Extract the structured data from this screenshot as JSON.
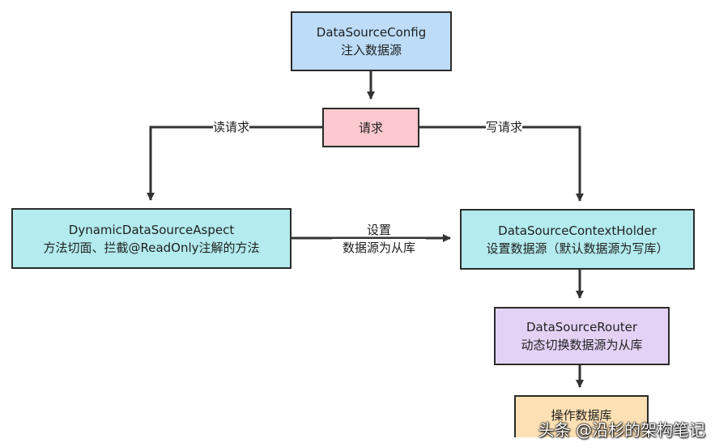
{
  "nodes": {
    "config": {
      "line1": "DataSourceConfig",
      "line2": "注入数据源",
      "color": "#bcdcf8"
    },
    "request": {
      "line1": "请求",
      "color": "#fbc9cf"
    },
    "aspect": {
      "line1": "DynamicDataSourceAspect",
      "line2": "方法切面、拦截@ReadOnly注解的方法",
      "color": "#b3ebee"
    },
    "holder": {
      "line1": "DataSourceContextHolder",
      "line2": "设置数据源（默认数据源为写库）",
      "color": "#b3ebee"
    },
    "router": {
      "line1": "DataSourceRouter",
      "line2": "动态切换数据源为从库",
      "color": "#e4d2f6"
    },
    "db": {
      "line1": "操作数据库",
      "color": "#fde0b3"
    }
  },
  "edges": {
    "read_label": "读请求",
    "write_label": "写请求",
    "set_label_line1": "设置",
    "set_label_line2": "数据源为从库"
  },
  "watermark": "头条 @沿杉的架构笔记"
}
